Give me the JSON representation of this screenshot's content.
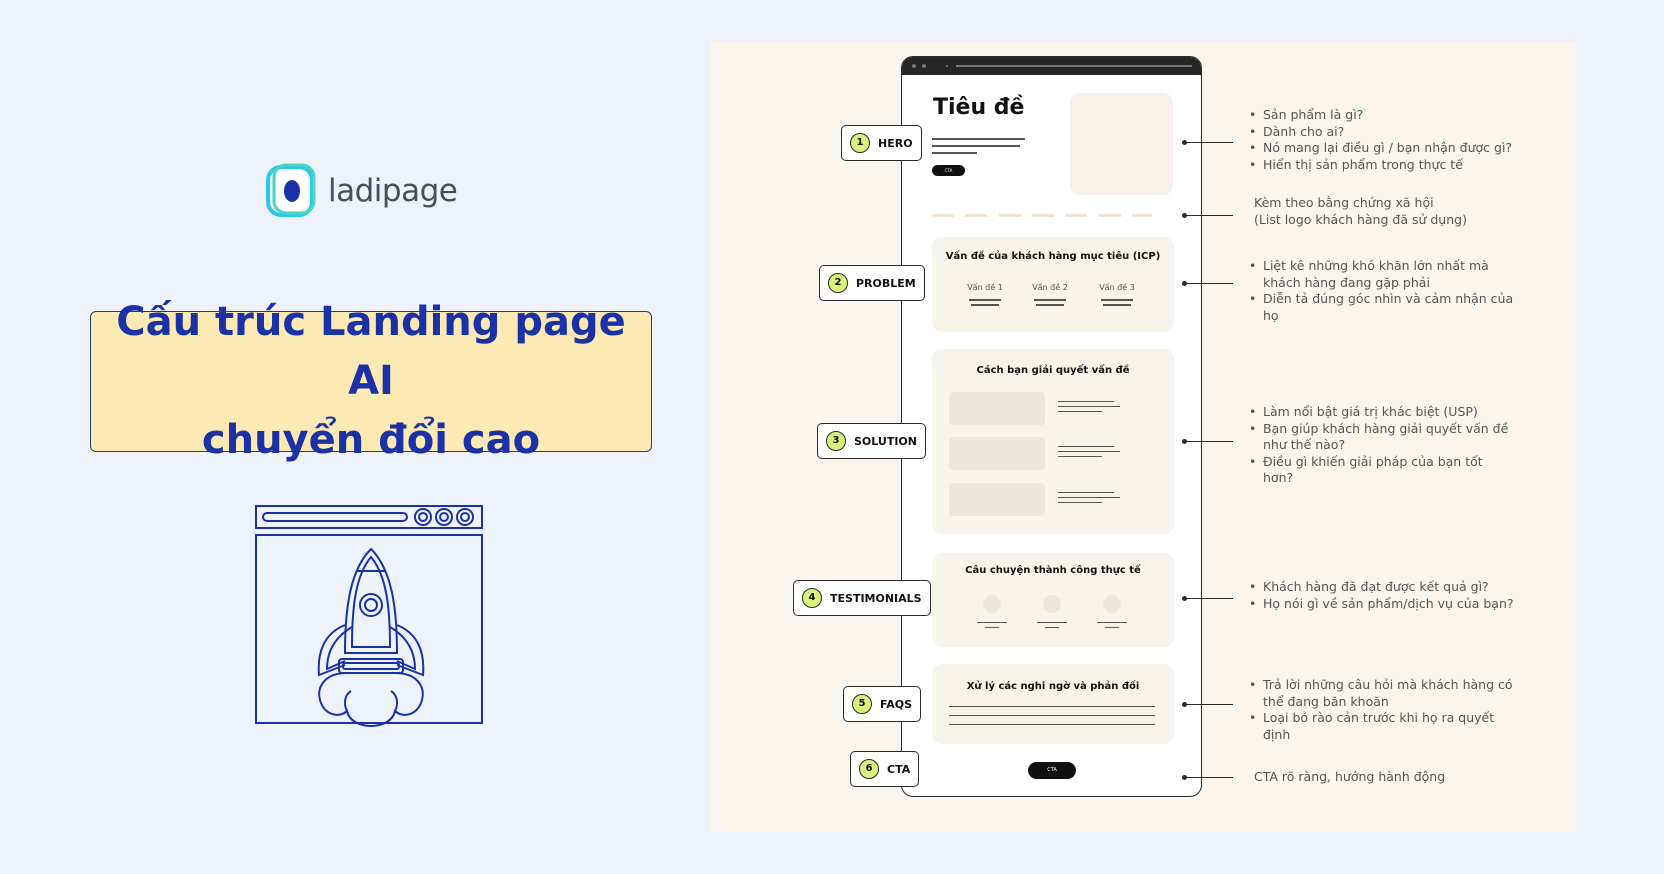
{
  "logo": {
    "text": "ladipage",
    "colors": {
      "outer": "#2fc8e8",
      "mid": "#4ad6c2",
      "inner": "#1a32a6"
    }
  },
  "title": {
    "line1": "Cấu trúc Landing page AI",
    "line2": "chuyển đổi cao",
    "color": "#1a32a6",
    "background": "#fde9b3"
  },
  "illustration": {
    "icon": "rocket-launch-window-icon",
    "stroke": "#1a32a6"
  },
  "wireframe": {
    "hero_title": "Tiêu đề",
    "hero_cta": "CTA",
    "problem": {
      "title": "Vấn đề của khách hàng mục tiêu (ICP)",
      "items": [
        "Vấn đề 1",
        "Vấn đề 2",
        "Vấn đề 3"
      ]
    },
    "solution": {
      "title": "Cách bạn giải quyết vấn đề"
    },
    "testimonials": {
      "title": "Câu chuyện thành công thực tế"
    },
    "faqs": {
      "title": "Xử lý các nghi ngờ và phản đối"
    },
    "bottom_cta": "CTA"
  },
  "sections": [
    {
      "num": "1",
      "label": "HERO"
    },
    {
      "num": "2",
      "label": "PROBLEM"
    },
    {
      "num": "3",
      "label": "SOLUTION"
    },
    {
      "num": "4",
      "label": "TESTIMONIALS"
    },
    {
      "num": "5",
      "label": "FAQS"
    },
    {
      "num": "6",
      "label": "CTA"
    }
  ],
  "notes": {
    "hero": [
      "Sản phẩm là gì?",
      "Dành cho ai?",
      "Nó mang lại điều gì / bạn nhận được gì?",
      "Hiển thị sản phẩm trong thực tế"
    ],
    "social_proof": [
      "Kèm theo bằng chứng xã hội",
      "(List logo khách hàng đã sử dụng)"
    ],
    "problem": [
      "Liệt kê những khó khăn lớn nhất mà khách hàng đang gặp phải",
      "Diễn tả đúng góc nhìn và cảm nhận của họ"
    ],
    "solution": [
      "Làm nổi bật giá trị khác biệt (USP)",
      "Bạn giúp khách hàng giải quyết vấn đề như thế nào?",
      "Điều gì khiến giải pháp của bạn tốt hơn?"
    ],
    "testimonials": [
      "Khách hàng đã đạt được kết quả gì?",
      "Họ nói gì về sản phẩm/dịch vụ của bạn?"
    ],
    "faqs": [
      "Trả lời những câu hỏi mà khách hàng có thể đang băn khoăn",
      "Loại bỏ rào cản trước khi họ ra quyết định"
    ],
    "cta": "CTA rõ ràng, hướng hành động"
  }
}
